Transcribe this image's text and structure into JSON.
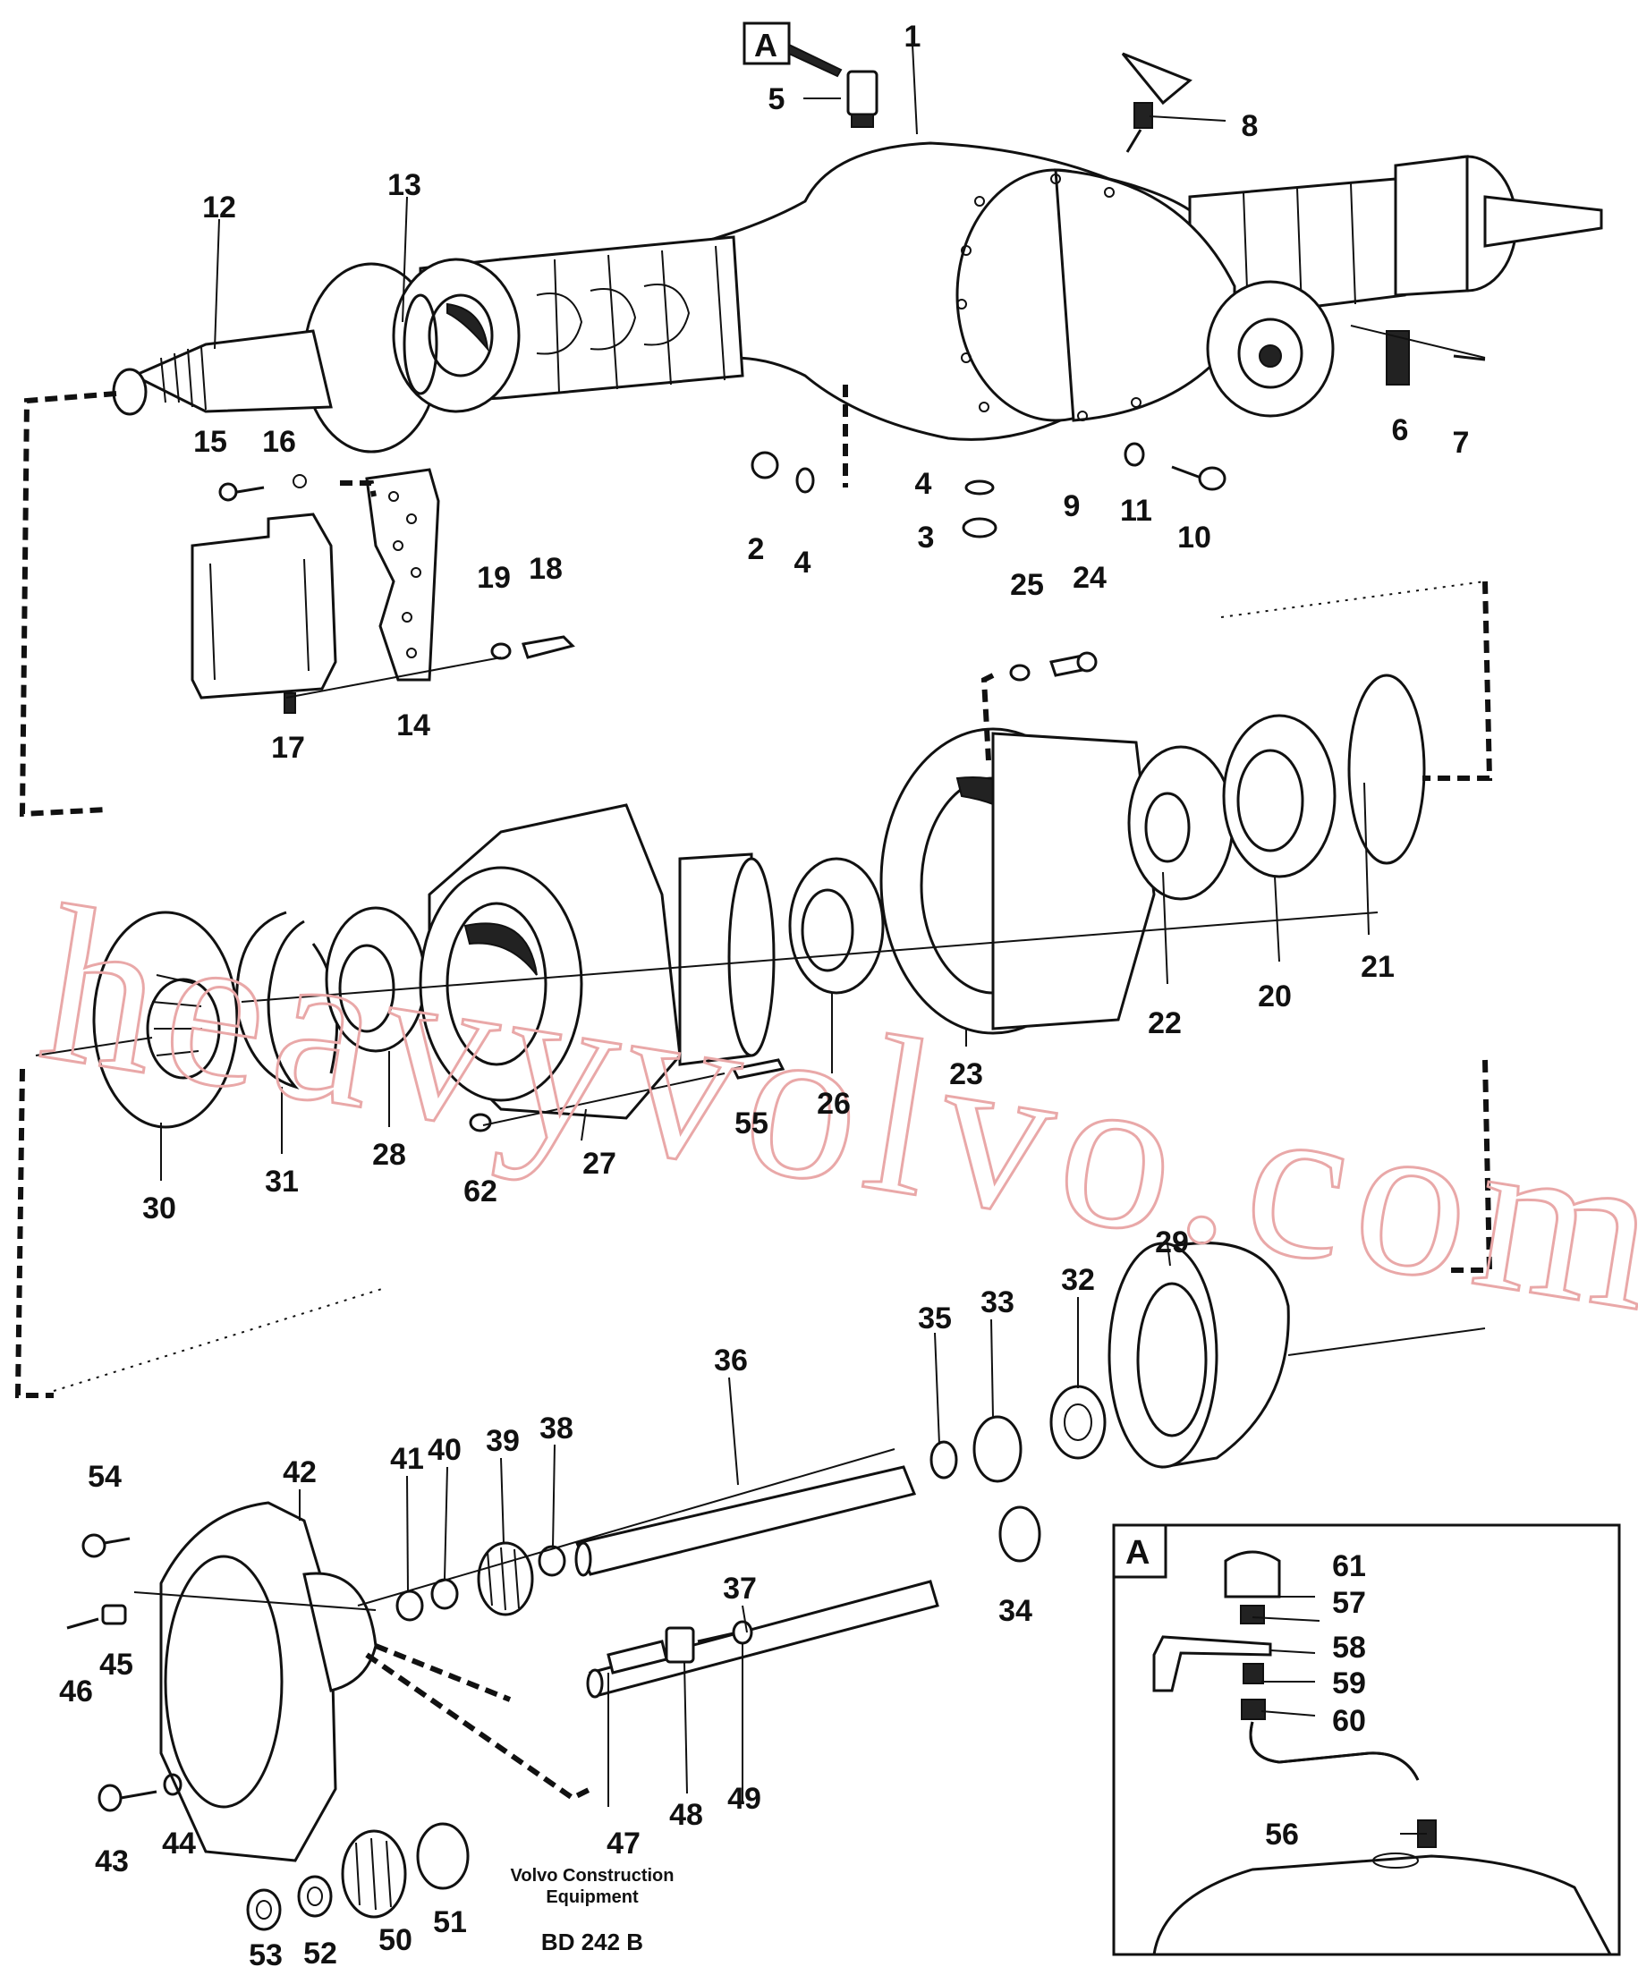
{
  "inset": {
    "label": "A"
  },
  "callout": {
    "label": "A"
  },
  "caption": {
    "line1": "Volvo Construction",
    "line2": "Equipment",
    "code": "BD 242 B"
  },
  "watermark": {
    "text": "heavyvolvo.com"
  },
  "parts": [
    {
      "id": "p1",
      "label": "1"
    },
    {
      "id": "p2",
      "label": "2"
    },
    {
      "id": "p3",
      "label": "3"
    },
    {
      "id": "p4a",
      "label": "4"
    },
    {
      "id": "p4b",
      "label": "4"
    },
    {
      "id": "p5",
      "label": "5"
    },
    {
      "id": "p6",
      "label": "6"
    },
    {
      "id": "p7",
      "label": "7"
    },
    {
      "id": "p8",
      "label": "8"
    },
    {
      "id": "p9",
      "label": "9"
    },
    {
      "id": "p10",
      "label": "10"
    },
    {
      "id": "p11",
      "label": "11"
    },
    {
      "id": "p12",
      "label": "12"
    },
    {
      "id": "p13",
      "label": "13"
    },
    {
      "id": "p14",
      "label": "14"
    },
    {
      "id": "p15",
      "label": "15"
    },
    {
      "id": "p16",
      "label": "16"
    },
    {
      "id": "p17",
      "label": "17"
    },
    {
      "id": "p18",
      "label": "18"
    },
    {
      "id": "p19",
      "label": "19"
    },
    {
      "id": "p20",
      "label": "20"
    },
    {
      "id": "p21",
      "label": "21"
    },
    {
      "id": "p22",
      "label": "22"
    },
    {
      "id": "p23",
      "label": "23"
    },
    {
      "id": "p24",
      "label": "24"
    },
    {
      "id": "p25",
      "label": "25"
    },
    {
      "id": "p26",
      "label": "26"
    },
    {
      "id": "p27",
      "label": "27"
    },
    {
      "id": "p28",
      "label": "28"
    },
    {
      "id": "p29",
      "label": "29"
    },
    {
      "id": "p30",
      "label": "30"
    },
    {
      "id": "p31",
      "label": "31"
    },
    {
      "id": "p32",
      "label": "32"
    },
    {
      "id": "p33",
      "label": "33"
    },
    {
      "id": "p34",
      "label": "34"
    },
    {
      "id": "p35",
      "label": "35"
    },
    {
      "id": "p36",
      "label": "36"
    },
    {
      "id": "p37",
      "label": "37"
    },
    {
      "id": "p38",
      "label": "38"
    },
    {
      "id": "p39",
      "label": "39"
    },
    {
      "id": "p40",
      "label": "40"
    },
    {
      "id": "p41",
      "label": "41"
    },
    {
      "id": "p42",
      "label": "42"
    },
    {
      "id": "p43",
      "label": "43"
    },
    {
      "id": "p44",
      "label": "44"
    },
    {
      "id": "p45",
      "label": "45"
    },
    {
      "id": "p46",
      "label": "46"
    },
    {
      "id": "p47",
      "label": "47"
    },
    {
      "id": "p48",
      "label": "48"
    },
    {
      "id": "p49",
      "label": "49"
    },
    {
      "id": "p50",
      "label": "50"
    },
    {
      "id": "p51",
      "label": "51"
    },
    {
      "id": "p52",
      "label": "52"
    },
    {
      "id": "p53",
      "label": "53"
    },
    {
      "id": "p54",
      "label": "54"
    },
    {
      "id": "p55",
      "label": "55"
    },
    {
      "id": "p56",
      "label": "56"
    },
    {
      "id": "p57",
      "label": "57"
    },
    {
      "id": "p58",
      "label": "58"
    },
    {
      "id": "p59",
      "label": "59"
    },
    {
      "id": "p60",
      "label": "60"
    },
    {
      "id": "p61",
      "label": "61"
    },
    {
      "id": "p62",
      "label": "62"
    }
  ]
}
